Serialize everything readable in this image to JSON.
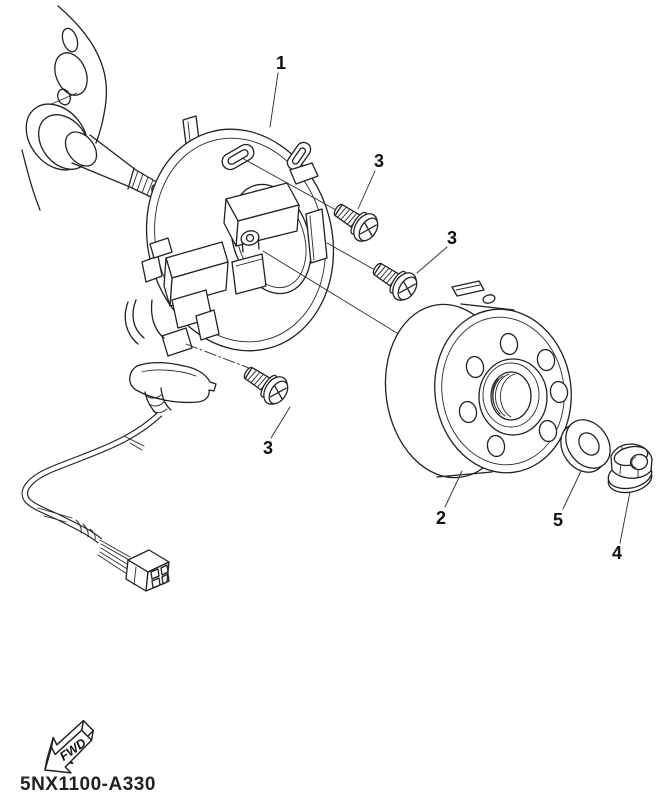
{
  "diagram": {
    "callouts": [
      {
        "label": "1"
      },
      {
        "label": "3"
      },
      {
        "label": "3"
      },
      {
        "label": "3"
      },
      {
        "label": "2"
      },
      {
        "label": "5"
      },
      {
        "label": "4"
      }
    ],
    "fwd_label": "FWD",
    "part_code": "5NX1100-A330",
    "colors": {
      "line": "#222222",
      "background": "#ffffff"
    }
  }
}
